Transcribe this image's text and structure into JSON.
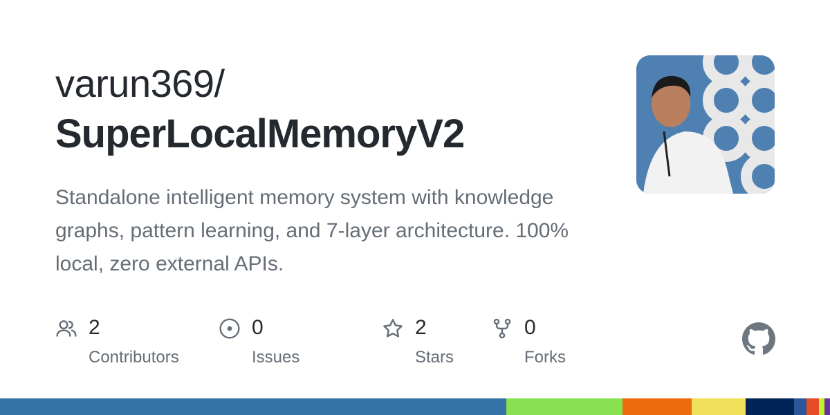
{
  "owner": "varun369/",
  "repo": "SuperLocalMemoryV2",
  "description": "Standalone intelligent memory system with knowledge graphs, pattern learning, and 7-layer architecture. 100% local, zero external APIs.",
  "stats": [
    {
      "icon": "people-icon",
      "value": "2",
      "label": "Contributors"
    },
    {
      "icon": "issue-icon",
      "value": "0",
      "label": "Issues"
    },
    {
      "icon": "star-icon",
      "value": "2",
      "label": "Stars"
    },
    {
      "icon": "fork-icon",
      "value": "0",
      "label": "Forks"
    }
  ],
  "language_bar": [
    {
      "color": "#3572a5",
      "share": 61
    },
    {
      "color": "#89e051",
      "share": 14
    },
    {
      "color": "#ee6a0c",
      "share": 8.33
    },
    {
      "color": "#f1e05a",
      "share": 6.5
    },
    {
      "color": "#012456",
      "share": 5.83
    },
    {
      "color": "#2b579a",
      "share": 1.5
    },
    {
      "color": "#e34c26",
      "share": 1.5
    },
    {
      "color": "#c1f12e",
      "share": 0.67
    },
    {
      "color": "#663399",
      "share": 0.67
    }
  ]
}
